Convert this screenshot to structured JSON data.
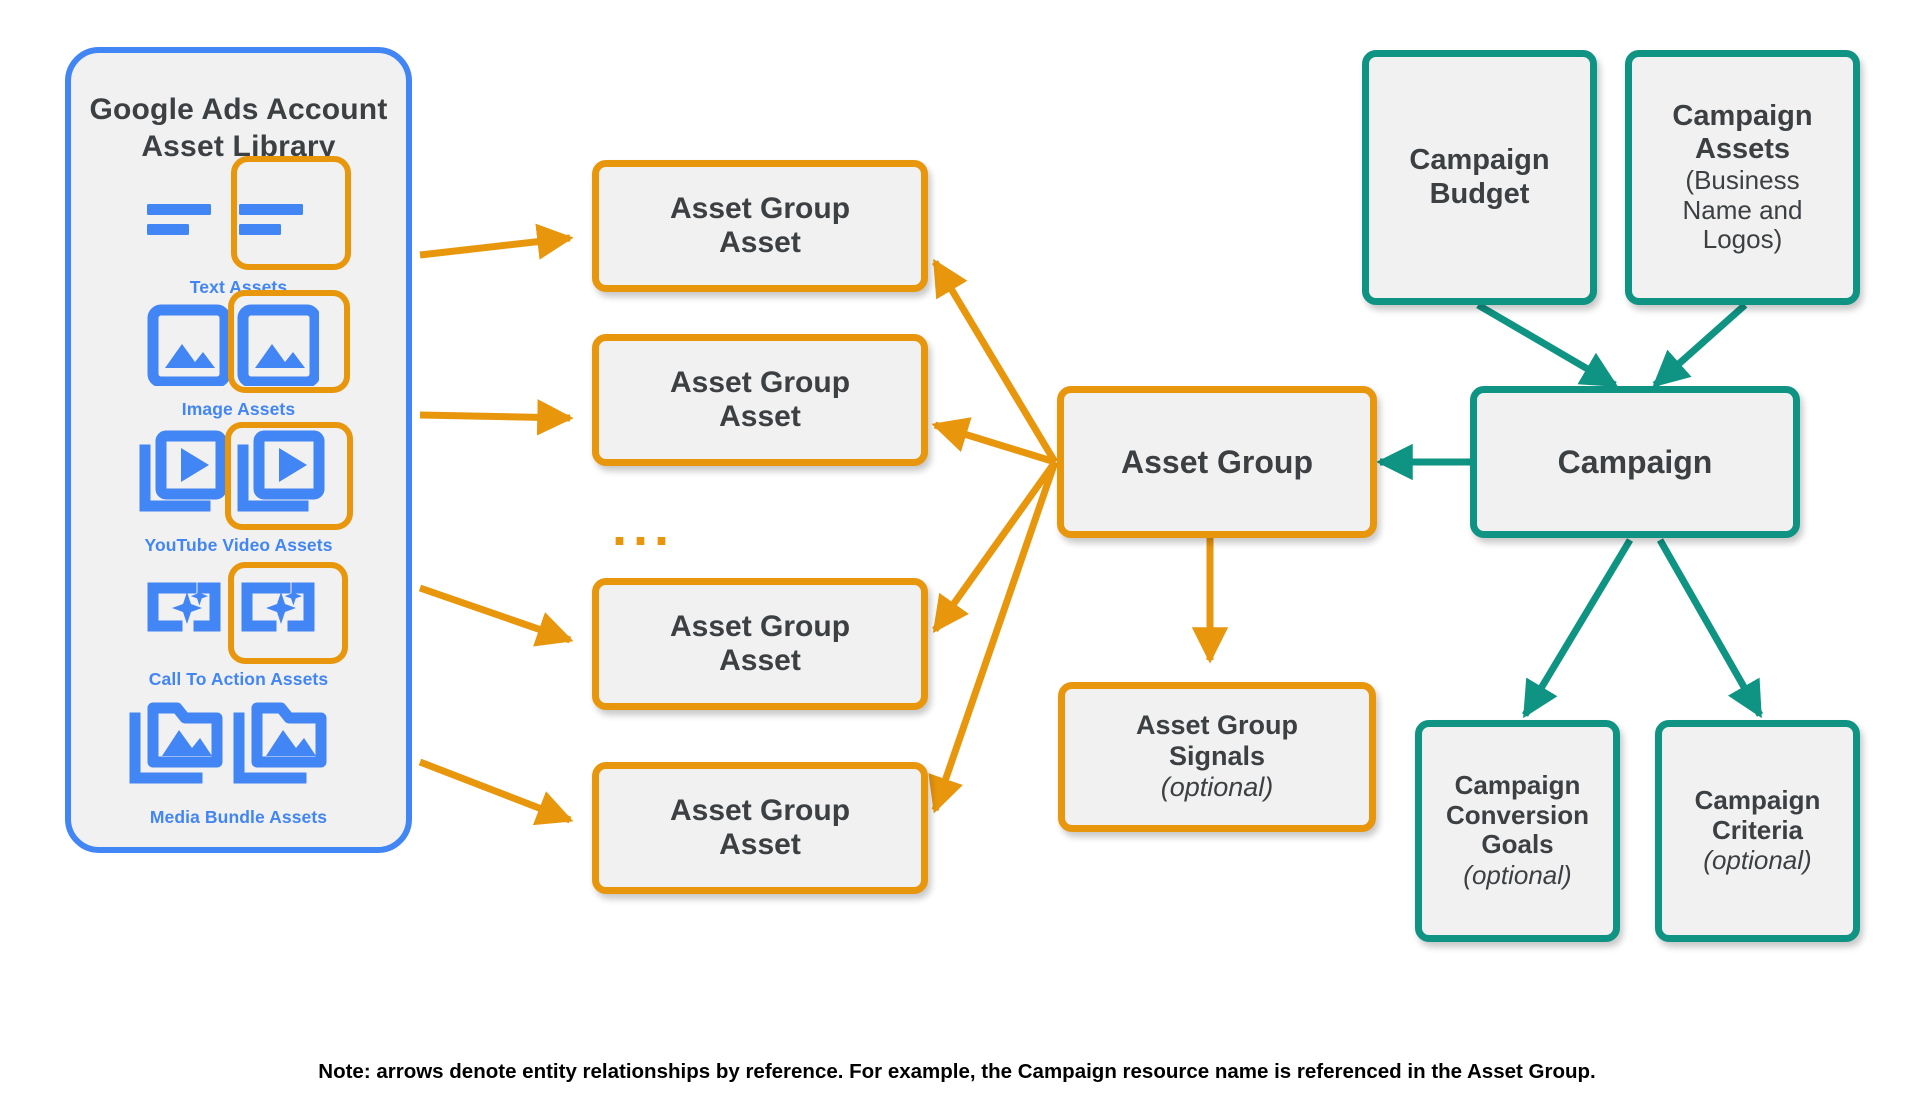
{
  "library": {
    "title_line1": "Google Ads Account",
    "title_line2": "Asset Library",
    "border_color": "#4285f4",
    "items": [
      {
        "label": "Text Assets",
        "icon": "text-asset-icon",
        "highlighted": true
      },
      {
        "label": "Image Assets",
        "icon": "image-asset-icon",
        "highlighted": true
      },
      {
        "label": "YouTube Video  Assets",
        "icon": "video-asset-icon",
        "highlighted": true
      },
      {
        "label": "Call To Action Assets",
        "icon": "call-to-action-icon",
        "highlighted": true
      },
      {
        "label": "Media Bundle  Assets",
        "icon": "media-bundle-icon",
        "highlighted": false
      }
    ]
  },
  "asset_group_assets": [
    {
      "line1": "Asset Group",
      "line2": "Asset"
    },
    {
      "line1": "Asset Group",
      "line2": "Asset"
    },
    {
      "line1": "Asset Group",
      "line2": "Asset"
    },
    {
      "line1": "Asset Group",
      "line2": "Asset"
    }
  ],
  "ellipsis": "...",
  "asset_group": {
    "label": "Asset Group"
  },
  "asset_group_signals": {
    "line1": "Asset Group",
    "line2": "Signals",
    "optional": "(optional)"
  },
  "campaign_budget": {
    "line1": "Campaign",
    "line2": "Budget"
  },
  "campaign_assets": {
    "line1": "Campaign",
    "line2": "Assets",
    "sub1": "(Business",
    "sub2": "Name and",
    "sub3": "Logos)"
  },
  "campaign": {
    "label": "Campaign"
  },
  "campaign_conversion_goals": {
    "line1": "Campaign",
    "line2": "Conversion",
    "line3": "Goals",
    "optional": "(optional)"
  },
  "campaign_criteria": {
    "line1": "Campaign",
    "line2": "Criteria",
    "optional": "(optional)"
  },
  "footer_note": "Note: arrows denote entity relationships by reference. For example, the Campaign resource name is referenced in the Asset Group.",
  "colors": {
    "orange": "#e8960c",
    "teal": "#0f9484",
    "blue": "#4285f4",
    "box_fill": "#f1f1f1",
    "text": "#3c4043"
  }
}
